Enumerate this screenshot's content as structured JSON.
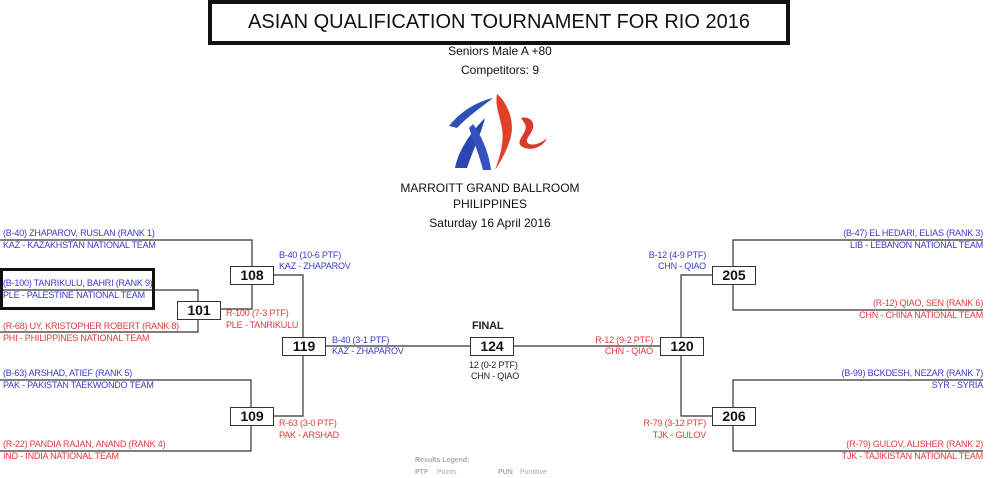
{
  "header": {
    "title": "ASIAN QUALIFICATION TOURNAMENT FOR RIO 2016",
    "division": "Seniors Male A +80",
    "competitors": "Competitors: 9"
  },
  "venue": {
    "hall": "MARROITT GRAND BALLROOM",
    "country": "PHILIPPINES",
    "date": "Saturday 16 April 2016"
  },
  "colors": {
    "blue": "#3a3ac8",
    "red": "#e03a3a"
  },
  "left": {
    "players": [
      {
        "name": "(B-40) ZHAPAROV, RUSLAN (RANK 1)",
        "team": "KAZ - KAZAKHSTAN NATIONAL TEAM",
        "color": "blue"
      },
      {
        "name": "(B-100) TANRIKULU, BAHRI (RANK 9)",
        "team": "PLE - PALESTINE  NATIONAL TEAM",
        "color": "blue"
      },
      {
        "name": "(R-68) UY, KRISTOPHER ROBERT (RANK 8)",
        "team": "PHI - PHILIPPINES NATIONAL TEAM",
        "color": "red"
      },
      {
        "name": "(B-63) ARSHAD, ATIEF (RANK 5)",
        "team": "PAK - PAKISTAN TAEKWONDO TEAM",
        "color": "blue"
      },
      {
        "name": "(R-22) PANDIA RAJAN, ANAND (RANK 4)",
        "team": "IND - INDIA NATIONAL TEAM",
        "color": "red"
      }
    ],
    "matches": {
      "m108": "108",
      "m101": "101",
      "m109": "109",
      "m119": "119"
    },
    "results": {
      "r108": {
        "score": "B-40 (10-6 PTF)",
        "winner": "KAZ - ZHAPAROV"
      },
      "r101": {
        "score": "R-100 (7-3 PTF)",
        "winner": "PLE - TANRIKULU"
      },
      "r109": {
        "score": "R-63 (3-0 PTF)",
        "winner": "PAK - ARSHAD"
      },
      "r119": {
        "score": "B-40 (3-1 PTF)",
        "winner": "KAZ - ZHAPAROV"
      }
    }
  },
  "final": {
    "label": "FINAL",
    "match": "124",
    "score": "12 (0-2 PTF)",
    "winner": "CHN - QIAO"
  },
  "right": {
    "players": [
      {
        "name": "(B-47) EL HEDARI, ELIAS (RANK 3)",
        "team": "LIB - LEBANON NATIONAL TEAM",
        "color": "blue"
      },
      {
        "name": "(R-12) QIAO, SEN (RANK 6)",
        "team": "CHN - CHINA NATIONAL TEAM",
        "color": "red"
      },
      {
        "name": "(B-99) BCKDESH, NEZAR (RANK 7)",
        "team": "SYR - SYRIA",
        "color": "blue"
      },
      {
        "name": "(R-79) GULOV, ALISHER (RANK 2)",
        "team": "TJK - TAJIKISTAN NATIONAL TEAM",
        "color": "red"
      }
    ],
    "matches": {
      "m205": "205",
      "m206": "206",
      "m120": "120"
    },
    "results": {
      "r205": {
        "score": "B-12 (4-9 PTF)",
        "winner": "CHN - QIAO"
      },
      "r206": {
        "score": "R-79 (3-12 PTF)",
        "winner": "TJK - GULOV"
      },
      "r120": {
        "score": "R-12 (9-2 PTF)",
        "winner": "CHN - QIAO"
      }
    }
  },
  "legend": {
    "title": "Results Legend:",
    "items": [
      {
        "code": "PTF",
        "desc": "Points"
      },
      {
        "code": "PUN",
        "desc": "Puntitive"
      }
    ]
  }
}
